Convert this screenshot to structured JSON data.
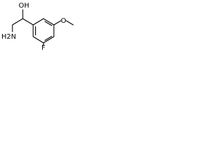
{
  "molecule": {
    "atoms": {
      "hydroxyl": "OH",
      "amine": "H2N",
      "ether_oxygen": "O",
      "fluorine": "F"
    }
  }
}
